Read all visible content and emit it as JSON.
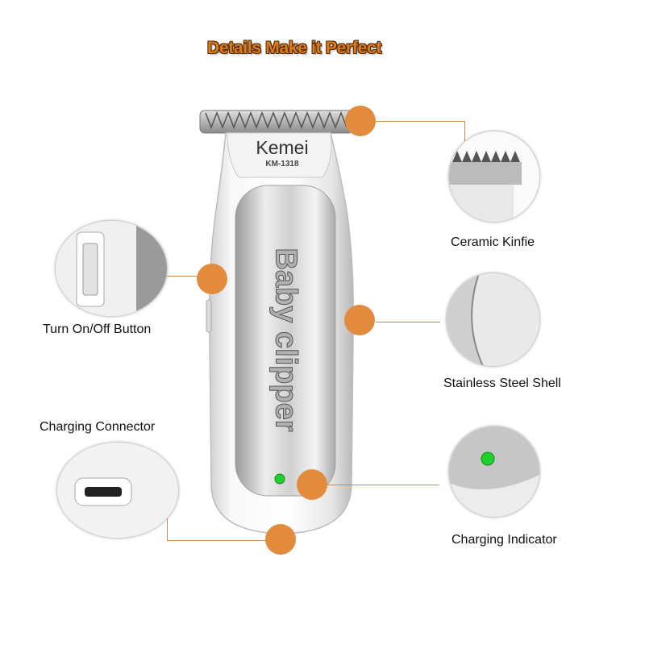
{
  "title": "Details Make it Perfect",
  "brand": "Kemei",
  "model": "KM-1318",
  "product_text": "Baby clipper",
  "callouts": [
    {
      "label": "Ceramic Kinfie"
    },
    {
      "label": "Turn On/Off Button"
    },
    {
      "label": "Stainless Steel Shell"
    },
    {
      "label": "Charging Connector"
    },
    {
      "label": "Charging Indicator"
    }
  ],
  "colors": {
    "accent": "#e38b3c",
    "title": "#e07a1a",
    "led": "#1fd12b"
  }
}
